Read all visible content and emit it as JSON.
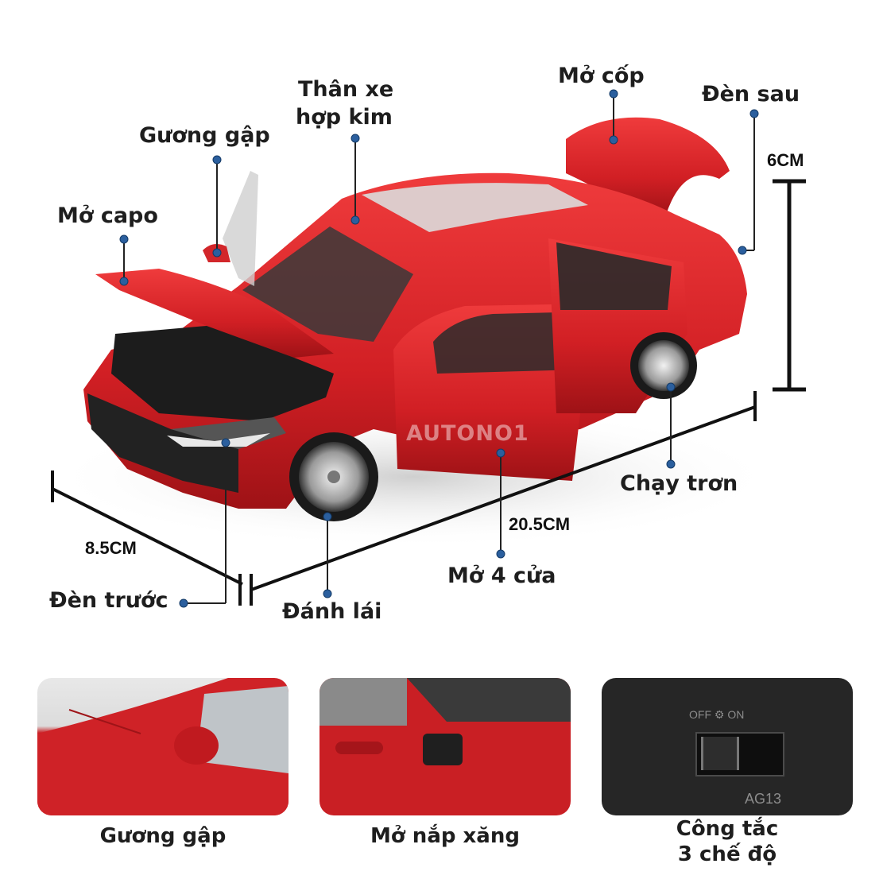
{
  "hero": {
    "watermark": "AUTONO1",
    "car_color": "#d8262a",
    "callouts": {
      "mo_capo": "Mở capo",
      "guong_gap": "Gương gập",
      "than_xe_line1": "Thân xe",
      "than_xe_line2": "hợp kim",
      "mo_cop": "Mở cốp",
      "den_sau": "Đèn sau",
      "chay_tron": "Chạy trơn",
      "mo_4_cua": "Mở 4 cửa",
      "danh_lai": "Đánh lái",
      "den_truoc": "Đèn trước"
    },
    "dimensions": {
      "height": "6CM",
      "width": "8.5CM",
      "length": "20.5CM"
    }
  },
  "thumbnails": [
    {
      "caption": "Gương gập",
      "kind": "mirror"
    },
    {
      "caption": "Mở nắp xăng",
      "kind": "fuel-cap"
    },
    {
      "caption_line1": "Công tắc",
      "caption_line2": "3 chế độ",
      "kind": "switch",
      "switch_text": "OFF ⚙ ON",
      "model_code": "AG13"
    }
  ],
  "accent": {
    "dot": "#2b5f9e",
    "line": "#222222"
  }
}
